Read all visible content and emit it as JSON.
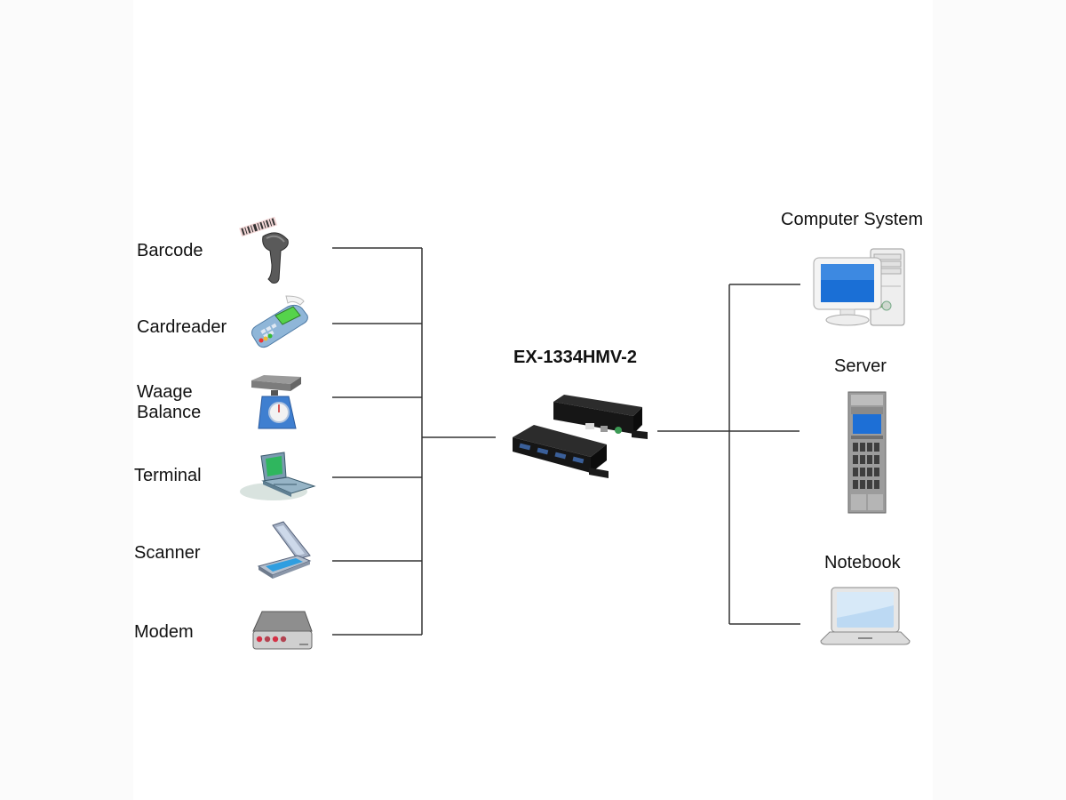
{
  "diagram": {
    "hub": {
      "model": "EX-1334HMV-2",
      "icon": "serial-hub-device-icon"
    },
    "left_devices": [
      {
        "label": "Barcode",
        "icon": "barcode-scanner-icon"
      },
      {
        "label": "Cardreader",
        "icon": "card-reader-icon"
      },
      {
        "label": "Waage\nBalance",
        "icon": "weighing-scale-icon"
      },
      {
        "label": "Terminal",
        "icon": "terminal-icon"
      },
      {
        "label": "Scanner",
        "icon": "flatbed-scanner-icon"
      },
      {
        "label": "Modem",
        "icon": "modem-icon"
      }
    ],
    "right_hosts": [
      {
        "label": "Computer System",
        "icon": "desktop-computer-icon"
      },
      {
        "label": "Server",
        "icon": "server-rack-icon"
      },
      {
        "label": "Notebook",
        "icon": "laptop-icon"
      }
    ],
    "colors": {
      "line": "#333333",
      "screen_blue": "#1f6fd0",
      "screen_green": "#3cc36a",
      "device_black": "#1a1a1a"
    }
  }
}
